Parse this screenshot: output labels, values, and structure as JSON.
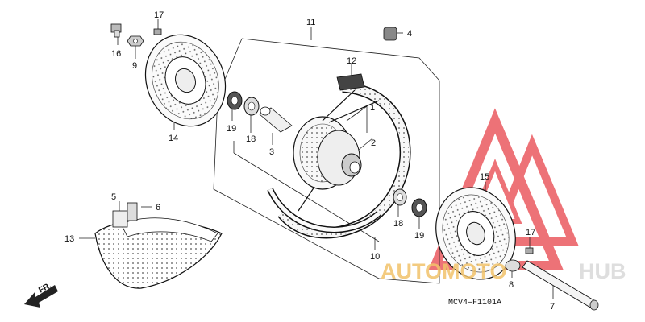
{
  "diagram": {
    "code": "MCV4–F1101A",
    "front_label": "FR.",
    "callouts": [
      {
        "id": "c17a",
        "text": "17"
      },
      {
        "id": "c16",
        "text": "16"
      },
      {
        "id": "c9",
        "text": "9"
      },
      {
        "id": "c11",
        "text": "11"
      },
      {
        "id": "c4",
        "text": "4"
      },
      {
        "id": "c12",
        "text": "12"
      },
      {
        "id": "c1",
        "text": "1"
      },
      {
        "id": "c2",
        "text": "2"
      },
      {
        "id": "c19a",
        "text": "19"
      },
      {
        "id": "c18a",
        "text": "18"
      },
      {
        "id": "c3",
        "text": "3"
      },
      {
        "id": "c14",
        "text": "14"
      },
      {
        "id": "c5",
        "text": "5"
      },
      {
        "id": "c6",
        "text": "6"
      },
      {
        "id": "c13",
        "text": "13"
      },
      {
        "id": "c18b",
        "text": "18"
      },
      {
        "id": "c19b",
        "text": "19"
      },
      {
        "id": "c10",
        "text": "10"
      },
      {
        "id": "c15",
        "text": "15"
      },
      {
        "id": "c17b",
        "text": "17"
      },
      {
        "id": "c8",
        "text": "8"
      },
      {
        "id": "c7",
        "text": "7"
      }
    ]
  },
  "watermark": {
    "part1": "AUTOMOTO",
    "part2": "HUB",
    "color_primary": "#e8434a",
    "color_secondary": "#f2c36b"
  }
}
